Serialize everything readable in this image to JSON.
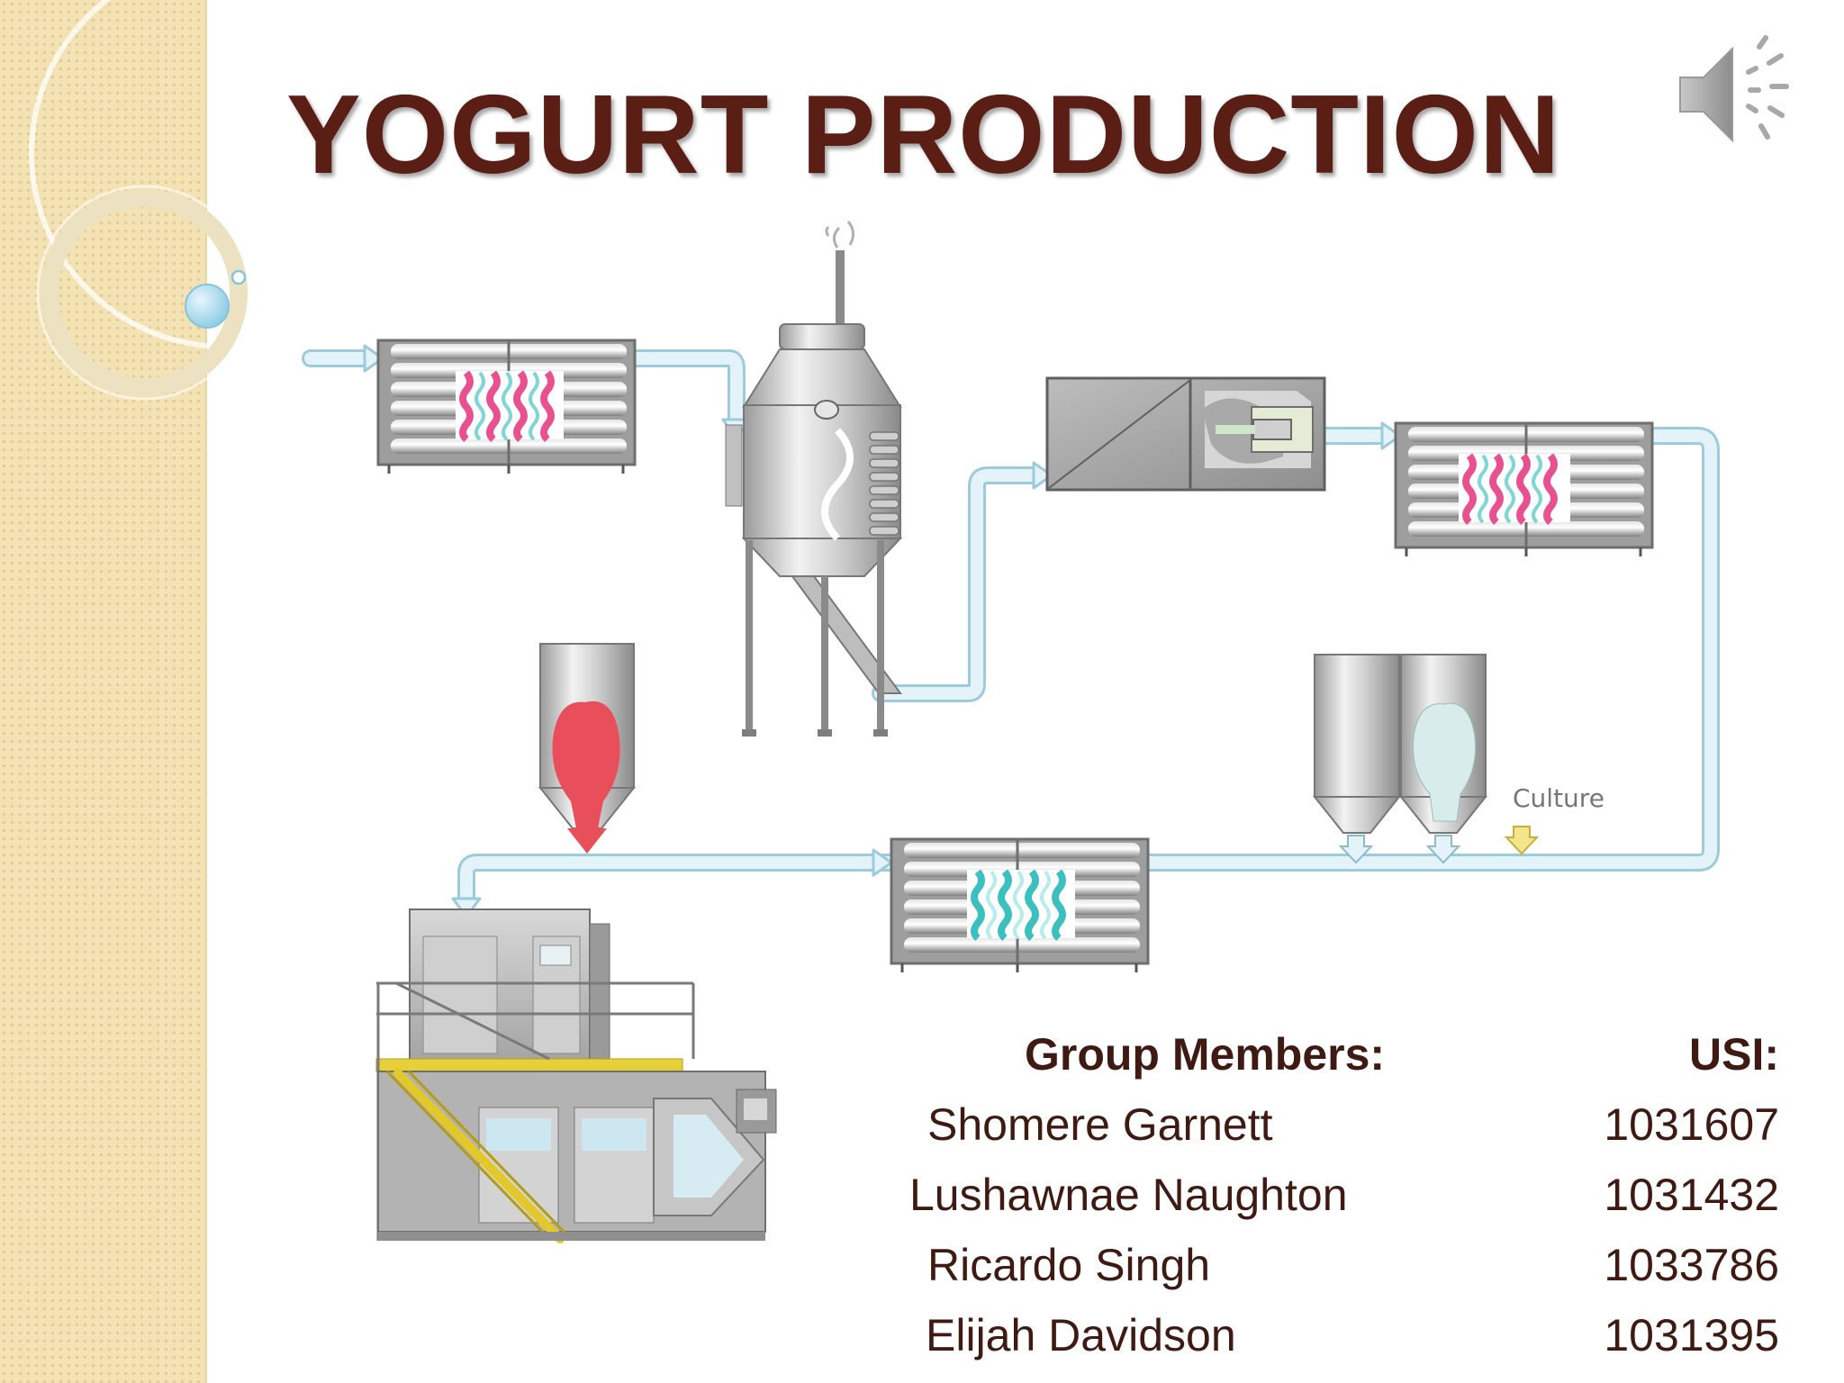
{
  "slide": {
    "title": "YOGURT PRODUCTION"
  },
  "diagram": {
    "culture_label": "Culture"
  },
  "members": {
    "header_name": "Group Members:",
    "header_usi": "USI:",
    "rows": [
      {
        "name": "Shomere Garnett",
        "usi": "1031607"
      },
      {
        "name": "Lushawnae Naughton",
        "usi": "1031432"
      },
      {
        "name": "Ricardo Singh",
        "usi": "1033786"
      },
      {
        "name": "Elijah Davidson",
        "usi": "1031395"
      }
    ]
  },
  "icons": {
    "audio": "speaker-icon"
  },
  "colors": {
    "title": "#5a1e14",
    "text": "#3f1a12",
    "pipe": "#cfe7f2",
    "fruit": "#e84f5a",
    "heat_red": "#e8508f",
    "heat_teal": "#3cbfbf",
    "sidebar": "#f3e2b4",
    "platform": "#e7cf3a"
  }
}
